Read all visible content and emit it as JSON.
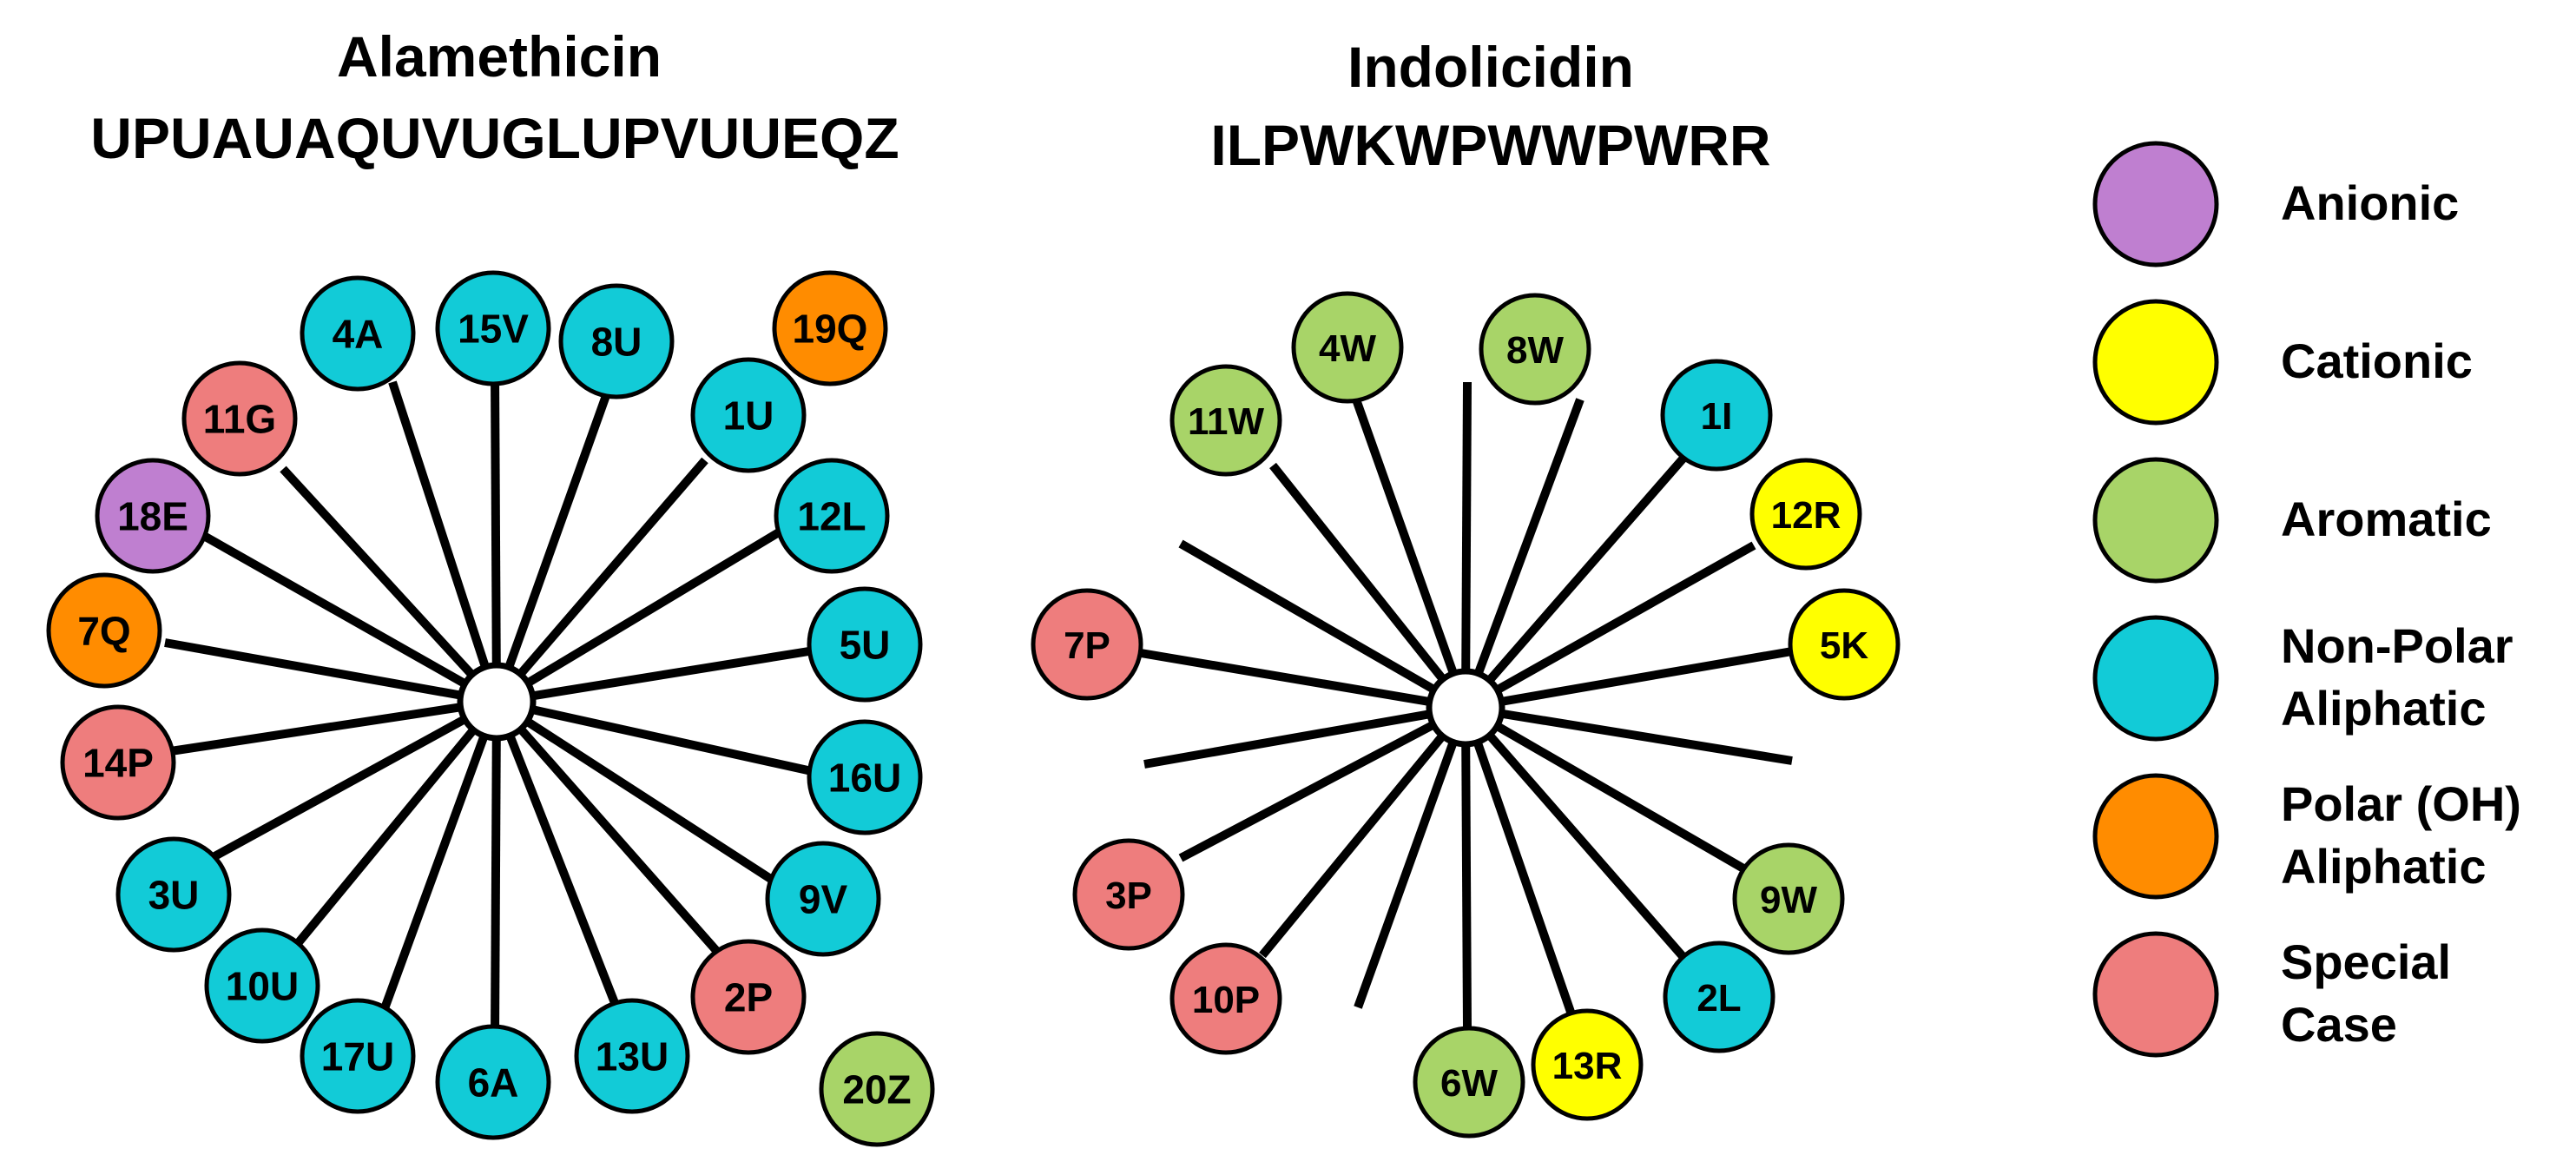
{
  "colors": {
    "anionic": "#bf7fd0",
    "cationic": "#ffff00",
    "aromatic": "#a8d468",
    "nonpolar": "#12cbd7",
    "polar": "#ff8c00",
    "special": "#ee7d7d",
    "line": "#000000",
    "text": "#000000"
  },
  "wheels": [
    {
      "id": "alamethicin",
      "name": "Alamethicin",
      "sequence": "UPUAUAQUVUGLUPVUUEQZ",
      "residues": [
        {
          "label": "1U",
          "category": "nonpolar"
        },
        {
          "label": "2P",
          "category": "special"
        },
        {
          "label": "3U",
          "category": "nonpolar"
        },
        {
          "label": "4A",
          "category": "nonpolar"
        },
        {
          "label": "5U",
          "category": "nonpolar"
        },
        {
          "label": "6A",
          "category": "nonpolar"
        },
        {
          "label": "7Q",
          "category": "polar"
        },
        {
          "label": "8U",
          "category": "nonpolar"
        },
        {
          "label": "9V",
          "category": "nonpolar"
        },
        {
          "label": "10U",
          "category": "nonpolar"
        },
        {
          "label": "11G",
          "category": "special"
        },
        {
          "label": "12L",
          "category": "nonpolar"
        },
        {
          "label": "13U",
          "category": "nonpolar"
        },
        {
          "label": "14P",
          "category": "special"
        },
        {
          "label": "15V",
          "category": "nonpolar"
        },
        {
          "label": "16U",
          "category": "nonpolar"
        },
        {
          "label": "17U",
          "category": "nonpolar"
        },
        {
          "label": "18E",
          "category": "anionic"
        },
        {
          "label": "19Q",
          "category": "polar"
        },
        {
          "label": "20Z",
          "category": "aromatic"
        }
      ]
    },
    {
      "id": "indolicidin",
      "name": "Indolicidin",
      "sequence": "ILPWKWPWWPWRR",
      "residues": [
        {
          "label": "1I",
          "category": "nonpolar"
        },
        {
          "label": "2L",
          "category": "nonpolar"
        },
        {
          "label": "3P",
          "category": "special"
        },
        {
          "label": "4W",
          "category": "aromatic"
        },
        {
          "label": "5K",
          "category": "cationic"
        },
        {
          "label": "6W",
          "category": "aromatic"
        },
        {
          "label": "7P",
          "category": "special"
        },
        {
          "label": "8W",
          "category": "aromatic"
        },
        {
          "label": "9W",
          "category": "aromatic"
        },
        {
          "label": "10P",
          "category": "special"
        },
        {
          "label": "11W",
          "category": "aromatic"
        },
        {
          "label": "12R",
          "category": "cationic"
        },
        {
          "label": "13R",
          "category": "cationic"
        }
      ]
    }
  ],
  "legend": [
    {
      "category": "anionic",
      "lines": [
        "Anionic"
      ]
    },
    {
      "category": "cationic",
      "lines": [
        "Cationic"
      ]
    },
    {
      "category": "aromatic",
      "lines": [
        "Aromatic"
      ]
    },
    {
      "category": "nonpolar",
      "lines": [
        "Non-Polar",
        "Aliphatic"
      ]
    },
    {
      "category": "polar",
      "lines": [
        "Polar (OH)",
        "Aliphatic"
      ]
    },
    {
      "category": "special",
      "lines": [
        "Special",
        "Case"
      ]
    }
  ]
}
